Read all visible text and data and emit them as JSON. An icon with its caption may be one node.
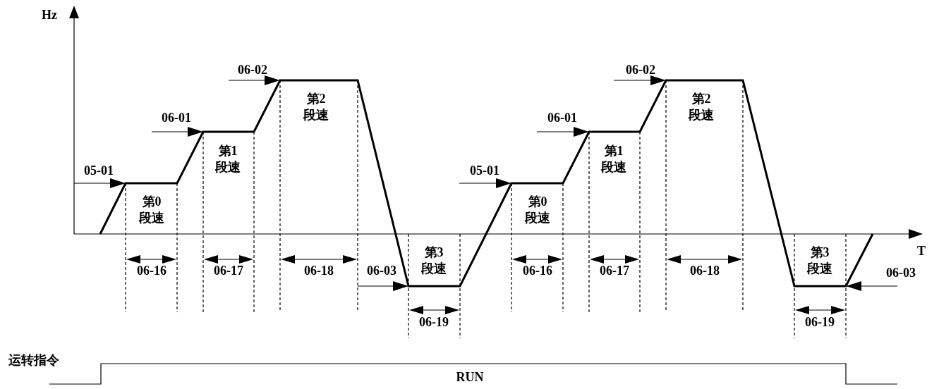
{
  "diagram": {
    "labels": [
      "Hz",
      "06-02",
      "06-02",
      "06-01",
      "06-01",
      "第2段速",
      "第1段速",
      "第2段速",
      "第1段速",
      "05-01",
      "05-01",
      "第0段速",
      "第0段速",
      "T",
      "第3段速",
      "第3段速",
      "06-16",
      "06-17",
      "06-18",
      "06-03",
      "06-16",
      "06-17",
      "06-18",
      "06-03",
      "06-19",
      "06-19",
      "运转指令",
      "RUN"
    ]
  }
}
